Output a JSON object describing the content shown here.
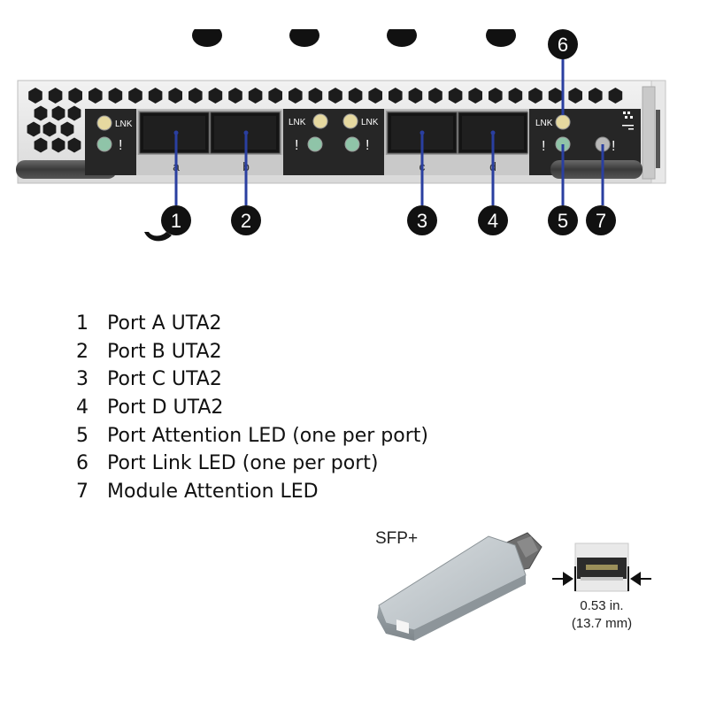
{
  "module": {
    "port_labels": [
      "a",
      "b",
      "c",
      "d"
    ],
    "led_text": "LNK",
    "attention_symbol": "!",
    "callout_numbers": [
      "1",
      "2",
      "3",
      "4",
      "5",
      "6",
      "7"
    ]
  },
  "legend": [
    {
      "num": "1",
      "text": "Port A UTA2"
    },
    {
      "num": "2",
      "text": "Port B UTA2"
    },
    {
      "num": "3",
      "text": "Port C UTA2"
    },
    {
      "num": "4",
      "text": "Port D UTA2"
    },
    {
      "num": "5",
      "text": "Port Attention LED (one per port)"
    },
    {
      "num": "6",
      "text": "Port Link LED (one per port)"
    },
    {
      "num": "7",
      "text": "Module Attention LED"
    }
  ],
  "sfp": {
    "title": "SFP+",
    "dimension_in": "0.53 in.",
    "dimension_mm": "(13.7 mm)"
  },
  "colors": {
    "callout_line": "#2a3fa0",
    "link_led": "#e6d9a0",
    "attention_led": "#8fc4a8",
    "module_led": "#b8b8b8"
  }
}
